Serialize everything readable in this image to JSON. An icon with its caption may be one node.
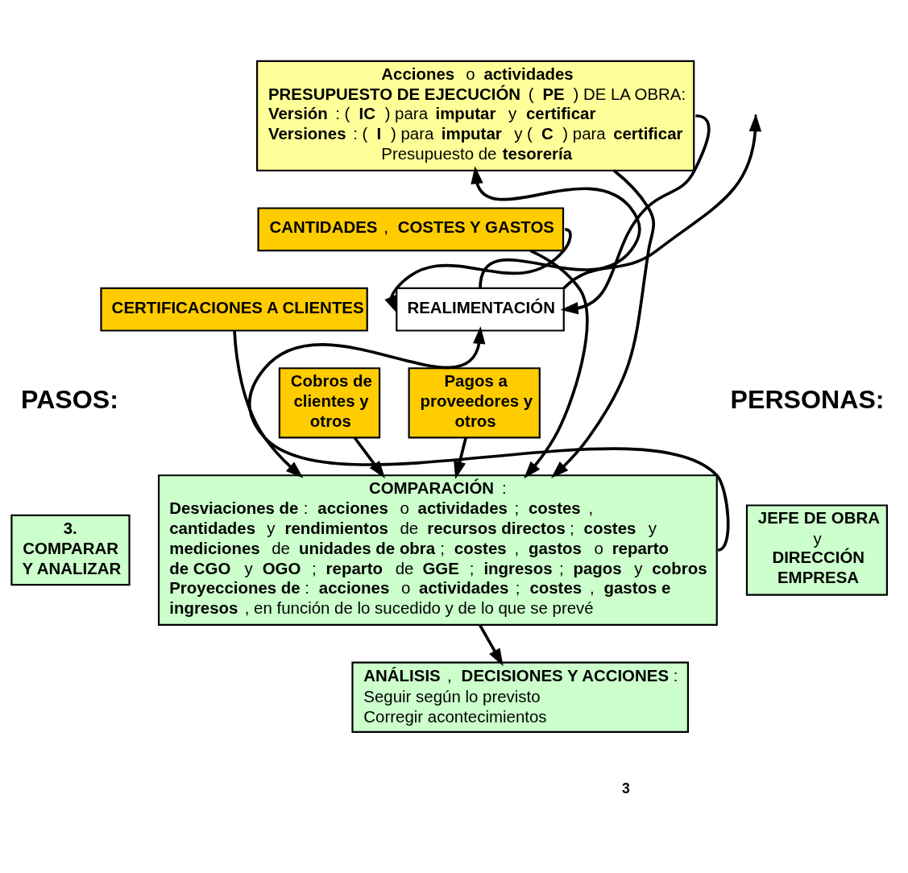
{
  "diagram": {
    "nodes": [
      {
        "text": [
          "**Acciones** o **actividades**",
          "**PRESUPUESTO DE EJECUCIÓN** (**PE**) DE LA OBRA:",
          "**Versión**: (**IC**) para **imputar** y **certificar**",
          "**Versiones**: (**I**) para **imputar** y (**C**) para **certificar**",
          "Presupuesto de **tesorería**"
        ]
      },
      {
        "text": [
          "**CANTIDADES**, **COSTES Y GASTOS**"
        ]
      },
      {
        "text": [
          "**CERTIFICACIONES A CLIENTES**"
        ]
      },
      {
        "text": [
          "**Cobros de clientes y otros**"
        ]
      },
      {
        "text": [
          "**Pagos a proveedores y otros**"
        ]
      },
      {
        "text": [
          "**REALIMENTACIÓN**"
        ]
      },
      {
        "text": [
          "**COMPARACIÓN**:",
          "**Desviaciones de**: **acciones** o **actividades**; **costes**, **cantidades** y **rendimientos** de **recursos directos**; **costes** y **mediciones** de **unidades de obra**; **costes**, **gastos** o **reparto de CGO** y **OGO**; **reparto** de **GGE**; **ingresos**; **pagos** y **cobros**",
          "**Proyecciones de**: **acciones** o **actividades**; **costes**, **gastos e ingresos**, en función de lo sucedido y de lo que se prevé"
        ]
      },
      {
        "text": [
          "**ANÁLISIS**, **DECISIONES Y ACCIONES**:",
          "Seguir según lo previsto",
          "Corregir acontecimientos"
        ]
      },
      {
        "text": [
          "**3.**",
          "**COMPARAR**",
          "**Y ANALIZAR**"
        ]
      },
      {
        "text": [
          "**JEFE DE OBRA**",
          "y",
          "**DIRECCIÓN EMPRESA**"
        ]
      }
    ],
    "edges": [
      {
        "from": 0,
        "to": 6,
        "arrow": "to"
      },
      {
        "from": 1,
        "to": 6,
        "arrow": "to"
      },
      {
        "from": 2,
        "to": 6,
        "arrow": "to"
      },
      {
        "from": 3,
        "to": 6,
        "arrow": "to"
      },
      {
        "from": 4,
        "to": 6,
        "arrow": "to"
      },
      {
        "from": 6,
        "to": 7,
        "arrow": "to"
      },
      {
        "from": 6,
        "to": 5,
        "arrow": "to"
      },
      {
        "from": 5,
        "to": 0,
        "arrow": "to"
      },
      {
        "from": 0,
        "to": 5,
        "arrow": "to"
      },
      {
        "from": 1,
        "to": 5,
        "arrow": "to"
      },
      {
        "from": 5,
        "to": null,
        "arrow": "to"
      }
    ],
    "labels": [
      "PASOS:",
      "PERSONAS:",
      "3"
    ]
  }
}
